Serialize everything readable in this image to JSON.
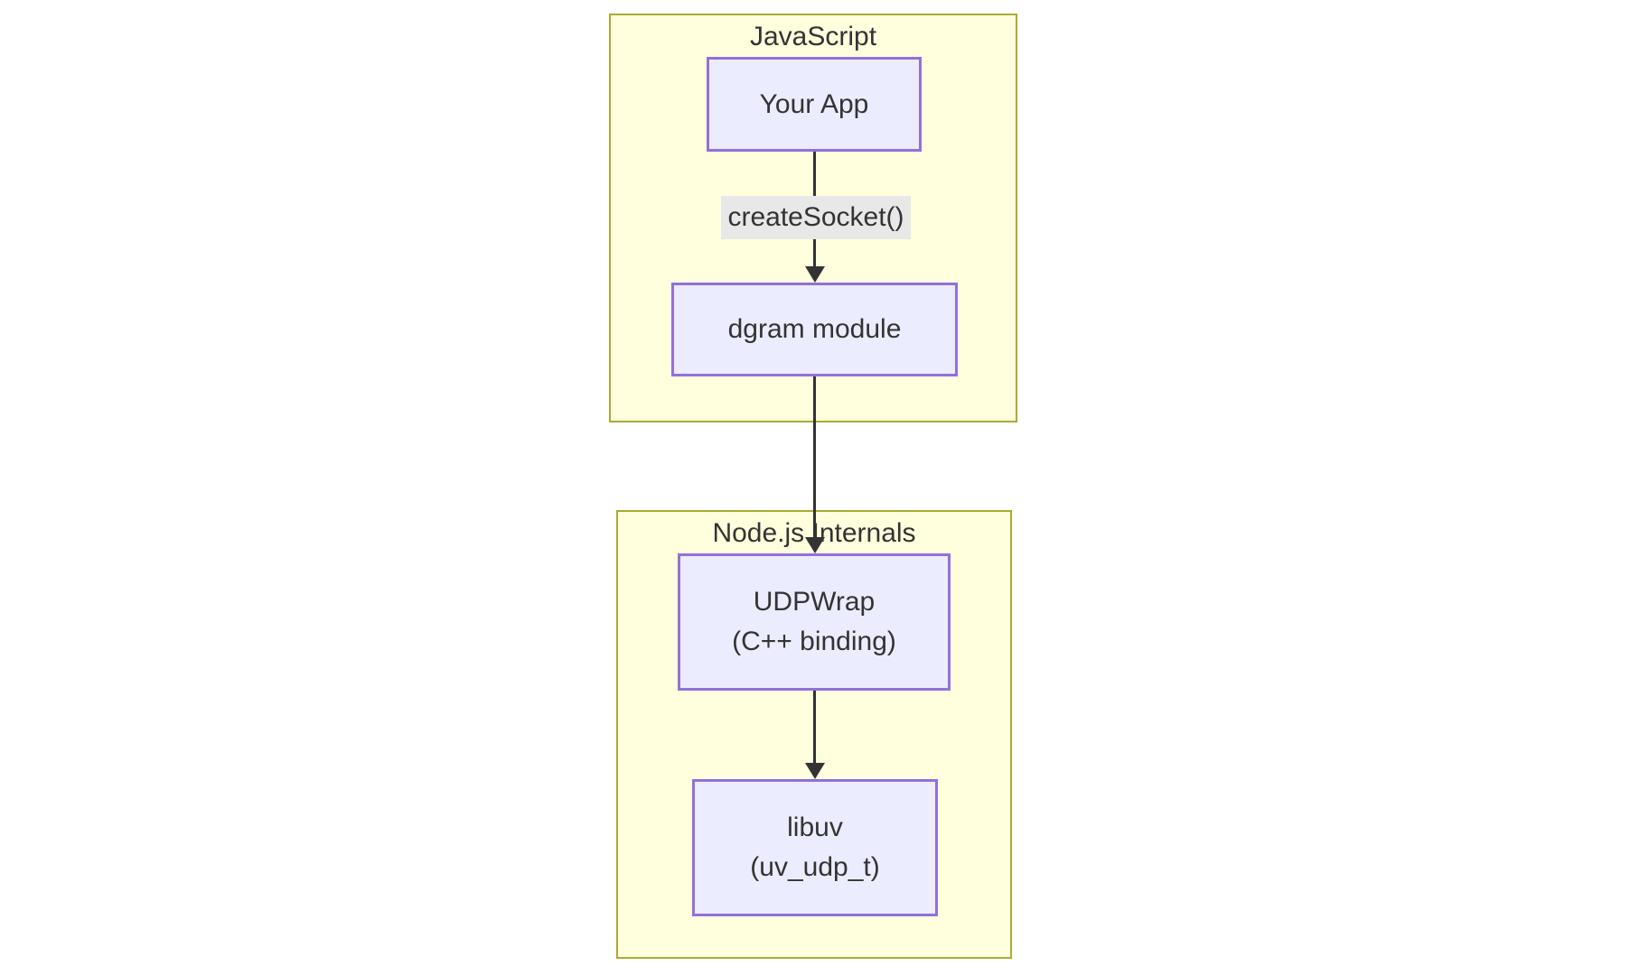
{
  "diagram": {
    "type": "flowchart",
    "direction": "top-down",
    "clusters": [
      {
        "id": "javascript",
        "title": "JavaScript"
      },
      {
        "id": "nodejs-internals",
        "title": "Node.js Internals"
      }
    ],
    "nodes": [
      {
        "id": "your-app",
        "cluster": "javascript",
        "lines": [
          "Your App"
        ]
      },
      {
        "id": "dgram-module",
        "cluster": "javascript",
        "lines": [
          "dgram module"
        ]
      },
      {
        "id": "udpwrap",
        "cluster": "nodejs-internals",
        "lines": [
          "UDPWrap",
          "(C++ binding)"
        ]
      },
      {
        "id": "libuv",
        "cluster": "nodejs-internals",
        "lines": [
          "libuv",
          "(uv_udp_t)"
        ]
      }
    ],
    "edges": [
      {
        "from": "your-app",
        "to": "dgram-module",
        "label": "createSocket()"
      },
      {
        "from": "dgram-module",
        "to": "udpwrap",
        "label": ""
      },
      {
        "from": "udpwrap",
        "to": "libuv",
        "label": ""
      }
    ],
    "colors": {
      "cluster_fill": "#ffffde",
      "cluster_border": "#aaaa33",
      "node_fill": "#ececff",
      "node_border": "#9370db",
      "edge": "#333333",
      "text": "#333333",
      "edge_label_bg": "#e8e8e8",
      "background": "#ffffff"
    }
  }
}
